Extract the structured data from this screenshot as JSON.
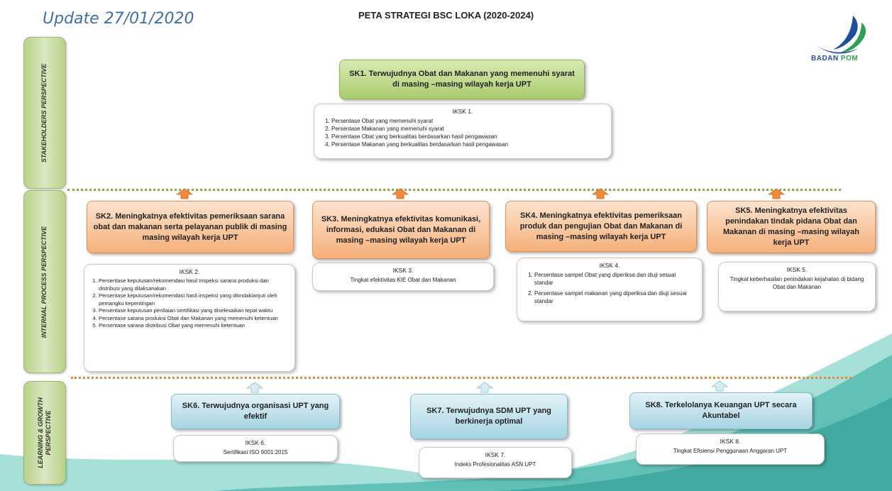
{
  "header": {
    "update": "Update 27/01/2020",
    "title": "PETA STRATEGI BSC LOKA (2020-2024)",
    "logo_text_a": "BADAN",
    "logo_text_b": "POM"
  },
  "perspectives": {
    "stakeholders": "STAKEHOLDERS PERSPECTIVE",
    "internal": "INTERNAL PROCESS PERSPECTIVE",
    "learning_1": "LEARNING & GROWTH",
    "learning_2": "PERSPECTIVE"
  },
  "sk1": {
    "title": "SK1. Terwujudnya Obat dan Makanan yang memenuhi syarat di masing –masing wilayah kerja UPT",
    "iksk_title": "IKSK 1.",
    "iksk_items": [
      "Persentase Obat yang memenuhi syarat",
      "Persentase Makanan yang memenuhi syarat",
      "Persentase Obat yang berkualitas berdasarkan hasil pengawasan",
      "Persentase Makanan yang berkualitas berdasarkan hasil pengawasan"
    ]
  },
  "sk2": {
    "title": "SK2. Meningkatnya efektivitas pemeriksaan sarana obat dan makanan serta pelayanan publik di masing masing wilayah kerja UPT",
    "iksk_title": "IKSK 2.",
    "iksk_items": [
      "Persentase keputusan/rekomendasi hasil Inspeksi sarana produksi dan distribusi yang dilaksanakan",
      "Persentase keputusan/rekomendasi hasil inspeksi yang ditindaklanjuti oleh pemangku kepentingan",
      "Persentase keputusan penilaian sertifikasi yang diselesaikan tepat waktu",
      "Persentase sarana produksi Obat dan Makanan yang memenuhi ketentuan",
      "Persentase sarana distribusi Obat yang memenuhi ketentuan"
    ]
  },
  "sk3": {
    "title": "SK3. Meningkatnya efektivitas komunikasi, informasi, edukasi Obat dan Makanan di masing –masing wilayah kerja UPT",
    "iksk_title": "IKSK 3.",
    "iksk_text": "Tingkat efektivitas KIE Obat dan Makanan"
  },
  "sk4": {
    "title": "SK4. Meningkatnya efektivitas pemeriksaan produk dan pengujian Obat dan Makanan di masing –masing wilayah kerja UPT",
    "iksk_title": "IKSK 4.",
    "iksk_items": [
      "Persentase sampel Obat yang diperiksa dan diuji sesuai standar",
      "Persentase sampel makanan yang diperiksa dan diuji sesuai standar"
    ]
  },
  "sk5": {
    "title": "SK5. Meningkatnya efektivitas penindakan tindak pidana Obat dan Makanan di masing –masing wilayah kerja UPT",
    "iksk_title": "IKSK 5.",
    "iksk_text": "Tingkat keberhasilan penindakan kejahatan di bidang Obat dan Makanan"
  },
  "sk6": {
    "title": "SK6. Terwujudnya organisasi UPT yang efektif",
    "iksk_title": "IKSK 6.",
    "iksk_text": "Sertifikasi ISO 9001:2015"
  },
  "sk7": {
    "title": "SK7. Terwujudnya SDM UPT yang berkinerja optimal",
    "iksk_title": "IKSK 7.",
    "iksk_text": "Indeks Profesionalitas ASN UPT"
  },
  "sk8": {
    "title": "SK8. Terkelolanya Keuangan UPT secara Akuntabel",
    "iksk_title": "IKSK 8.",
    "iksk_text": "Tingkat Efisiensi Penggunaan Anggaran UPT"
  },
  "colors": {
    "green": "#a9cd6e",
    "orange": "#f5b07a",
    "blue": "#a6d4e3",
    "teal_wave": "#3fb6a8"
  }
}
